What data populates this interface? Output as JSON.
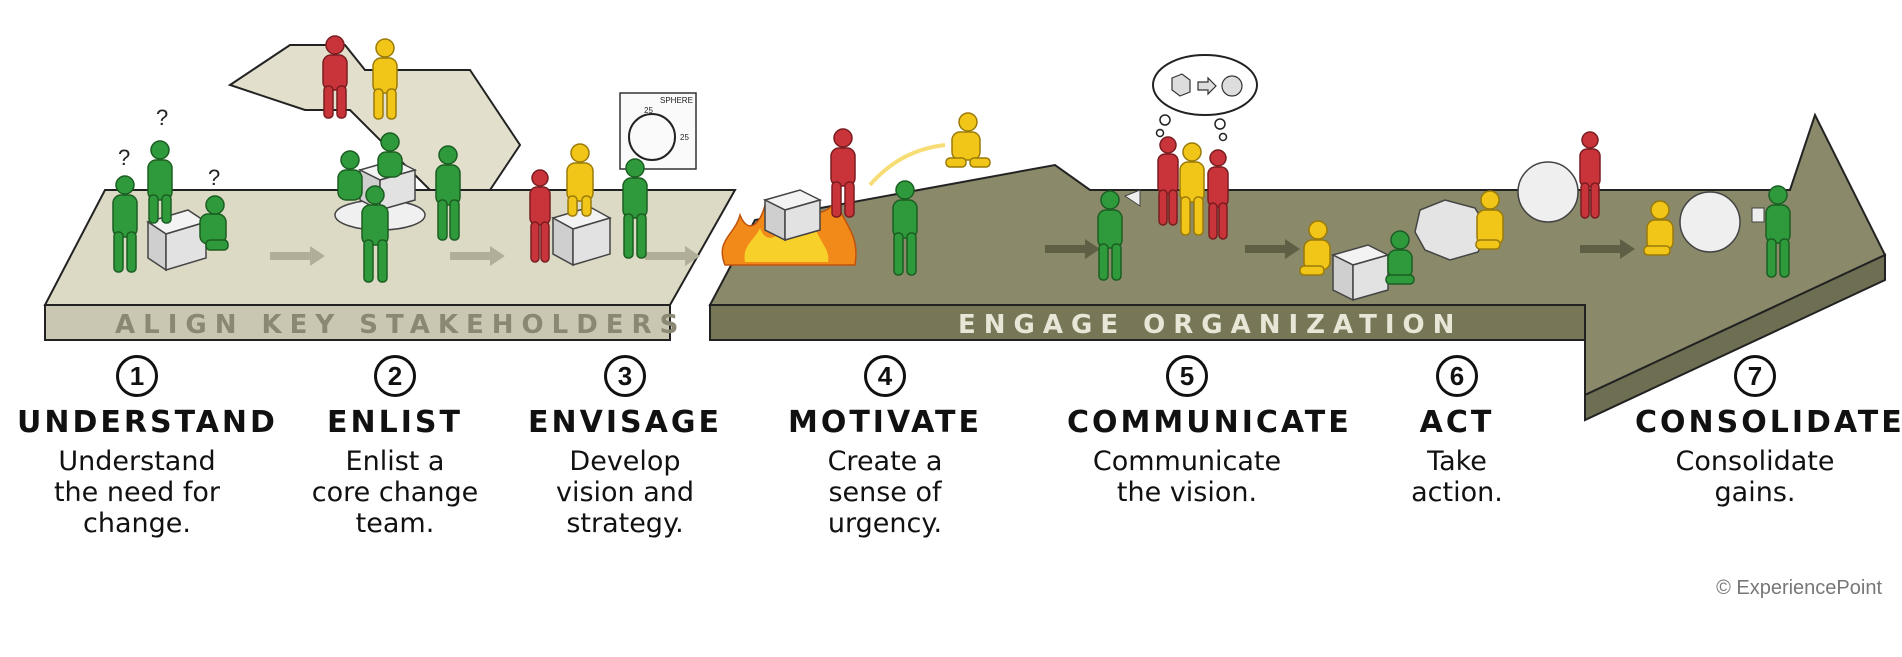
{
  "bands": {
    "align": "ALIGN KEY STAKEHOLDERS",
    "engage": "ENGAGE ORGANIZATION"
  },
  "colors": {
    "light_path": "#dcdac5",
    "light_path_side": "#bdbba4",
    "dark_path": "#8a8a6a",
    "dark_path_side": "#6e6e52",
    "green": "#2f9a3c",
    "yellow": "#f2c619",
    "red": "#c8343a"
  },
  "steps": [
    {
      "number": "1",
      "title": "UNDERSTAND",
      "desc": [
        "Understand",
        "the need for",
        "change."
      ]
    },
    {
      "number": "2",
      "title": "ENLIST",
      "desc": [
        "Enlist a",
        "core change",
        "team."
      ]
    },
    {
      "number": "3",
      "title": "ENVISAGE",
      "desc": [
        "Develop",
        "vision and",
        "strategy."
      ]
    },
    {
      "number": "4",
      "title": "MOTIVATE",
      "desc": [
        "Create a",
        "sense of",
        "urgency."
      ]
    },
    {
      "number": "5",
      "title": "COMMUNICATE",
      "desc": [
        "Communicate",
        "the vision."
      ]
    },
    {
      "number": "6",
      "title": "ACT",
      "desc": [
        "Take",
        "action."
      ]
    },
    {
      "number": "7",
      "title": "CONSOLIDATE",
      "desc": [
        "Consolidate",
        "gains."
      ]
    }
  ],
  "sphere_chart": {
    "label": "SPHERE",
    "dim1": "25",
    "dim2": "25"
  },
  "question_marks": [
    "?",
    "?",
    "?"
  ],
  "copyright": "© ExperiencePoint"
}
